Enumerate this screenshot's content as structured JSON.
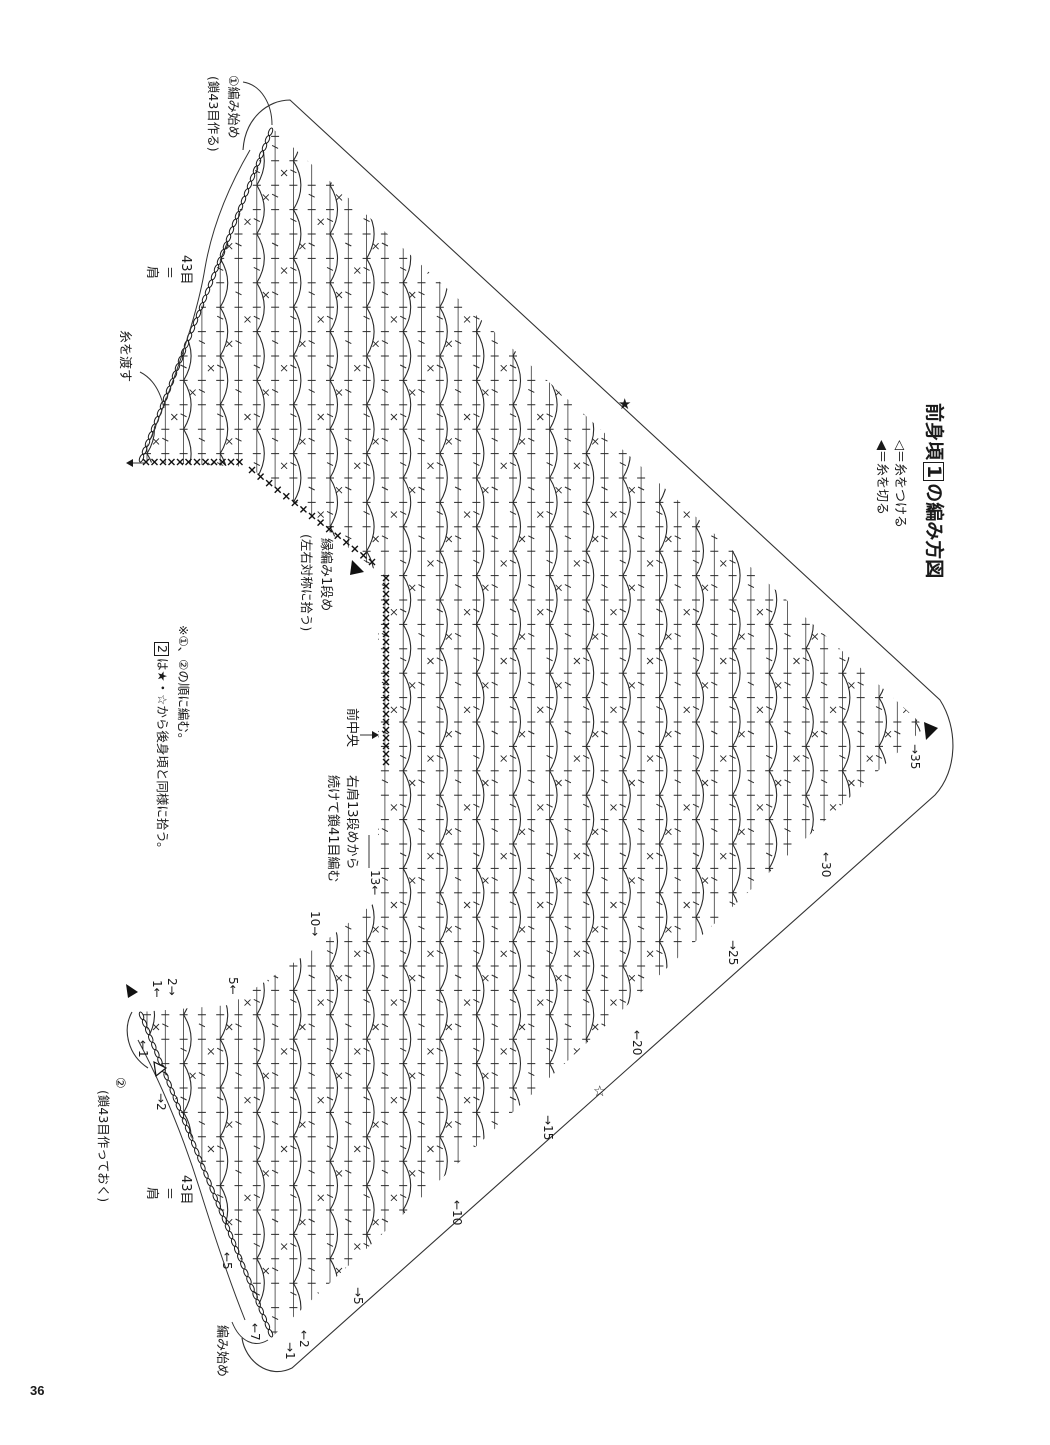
{
  "title": {
    "before": "前身頃",
    "boxed": "1",
    "after": "の編み方図"
  },
  "legend": [
    {
      "text": "◁＝糸をつける"
    },
    {
      "text": "◀＝糸を切る"
    }
  ],
  "labels": {
    "start1": "①編み始め",
    "start1_note": "(鎖43目作る)",
    "shoulder_top": [
      "43目",
      "＝",
      "肩"
    ],
    "carry_yarn": "糸を渡す",
    "edging": "縁編み1段め",
    "edging_note": "(左右対称に拾う)",
    "center_front": "前中央",
    "right_shoulder_1": "右肩13段めから",
    "right_shoulder_2": "続けて鎖41目編む",
    "start2_num": "②",
    "start2_note": "(鎖43目作っておく)",
    "shoulder_bottom": [
      "43目",
      "＝",
      "肩"
    ],
    "start_bottom": "編み始め"
  },
  "notes": {
    "note_1": "※①、②の順に編む。",
    "note_2_boxed": "2",
    "note_2": "は★・☆から後身頃と同様に拾う。"
  },
  "row_numbers": {
    "body_right_edge": [
      "→35",
      "←30",
      "→25",
      "←20",
      "→15",
      "←10",
      "→5",
      "←2",
      "→1"
    ],
    "body_left_edge": [
      "←1",
      "→2",
      "←5",
      "←7"
    ],
    "shoulder_rows": [
      "2→",
      "1←",
      "5←",
      "10→",
      "13←"
    ]
  },
  "markers": {
    "star_filled": "★",
    "star_open": "☆"
  },
  "page_number": "36"
}
